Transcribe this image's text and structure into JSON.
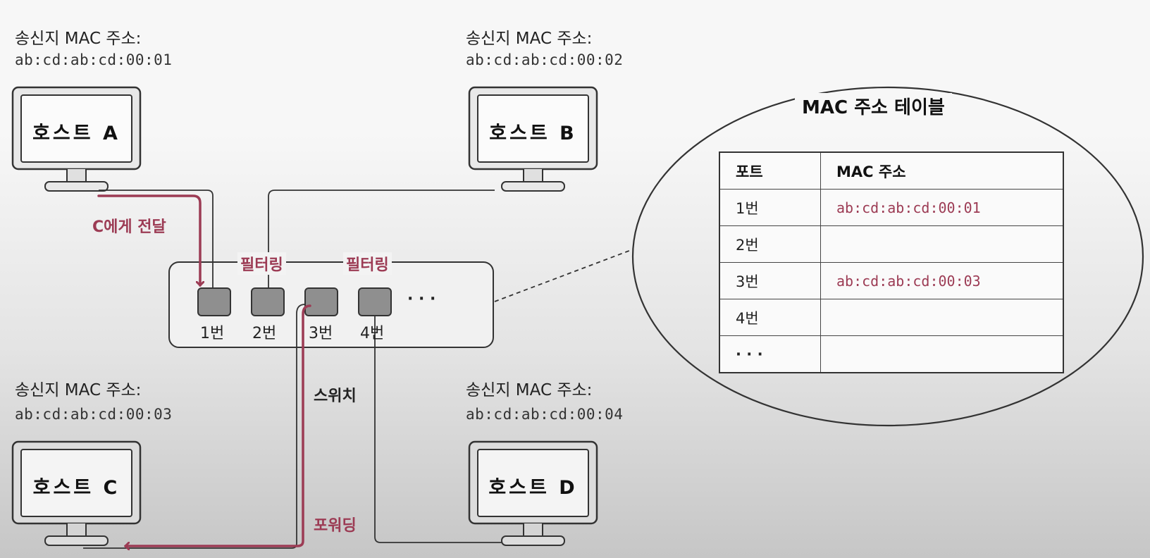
{
  "hosts": [
    {
      "id": "a",
      "label": "호스트 A",
      "mac_label": "송신지 MAC 주소:",
      "mac": "ab:cd:ab:cd:00:01"
    },
    {
      "id": "b",
      "label": "호스트 B",
      "mac_label": "송신지 MAC 주소:",
      "mac": "ab:cd:ab:cd:00:02"
    },
    {
      "id": "c",
      "label": "호스트 C",
      "mac_label": "송신지 MAC 주소:",
      "mac": "ab:cd:ab:cd:00:03"
    },
    {
      "id": "d",
      "label": "호스트 D",
      "mac_label": "송신지 MAC 주소:",
      "mac": "ab:cd:ab:cd:00:04"
    }
  ],
  "switch": {
    "label": "스위치",
    "ports": [
      "1번",
      "2번",
      "3번",
      "4번"
    ],
    "more": "· · ·",
    "filter_labels": [
      "필터링",
      "필터링"
    ]
  },
  "flow_labels": {
    "send_to_c": "C에게 전달",
    "forwarding": "포워딩"
  },
  "mac_table": {
    "title": "MAC 주소 테이블",
    "headers": [
      "포트",
      "MAC 주소"
    ],
    "rows": [
      {
        "port": "1번",
        "mac": "ab:cd:ab:cd:00:01"
      },
      {
        "port": "2번",
        "mac": ""
      },
      {
        "port": "3번",
        "mac": "ab:cd:ab:cd:00:03"
      },
      {
        "port": "4번",
        "mac": ""
      },
      {
        "port": "· · ·",
        "mac": ""
      }
    ]
  },
  "colors": {
    "accent": "#9c3b54",
    "line": "#333333",
    "port_fill": "#8f8f8f"
  }
}
